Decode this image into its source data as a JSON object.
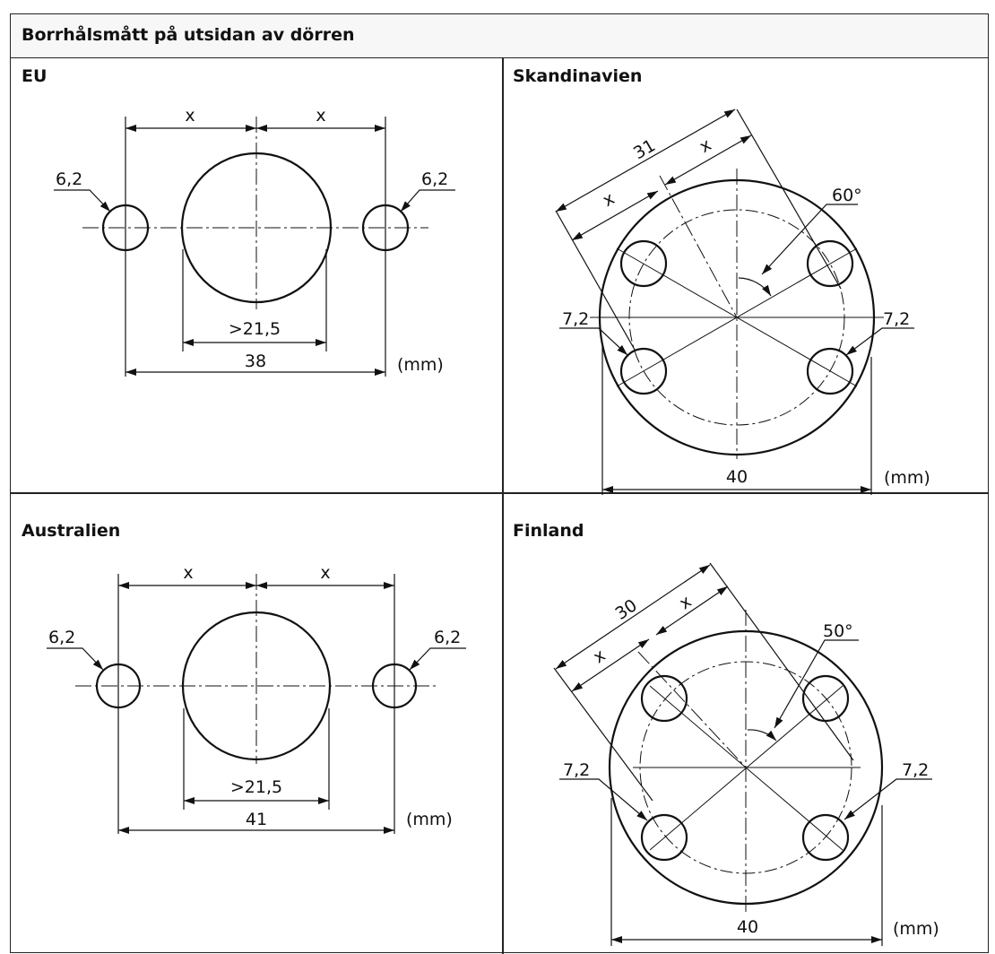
{
  "header": {
    "title": "Borrhålsmått på utsidan av dörren"
  },
  "panels": {
    "eu": {
      "title": "EU",
      "dim_x_left": "x",
      "dim_x_right": "x",
      "hole_left": "6,2",
      "hole_right": "6,2",
      "center_min": ">21,5",
      "total": "38",
      "unit": "(mm)"
    },
    "scandinavia": {
      "title": "Skandinavien",
      "span": "31",
      "dim_x_upper": "x",
      "dim_x_lower": "x",
      "angle": "60°",
      "hole_left": "7,2",
      "hole_right": "7,2",
      "diameter": "40",
      "unit": "(mm)"
    },
    "australia": {
      "title": "Australien",
      "dim_x_left": "x",
      "dim_x_right": "x",
      "hole_left": "6,2",
      "hole_right": "6,2",
      "center_min": ">21,5",
      "total": "41",
      "unit": "(mm)"
    },
    "finland": {
      "title": "Finland",
      "span": "30",
      "dim_x_upper": "x",
      "dim_x_lower": "x",
      "angle": "50°",
      "hole_left": "7,2",
      "hole_right": "7,2",
      "diameter": "40",
      "unit": "(mm)"
    }
  }
}
